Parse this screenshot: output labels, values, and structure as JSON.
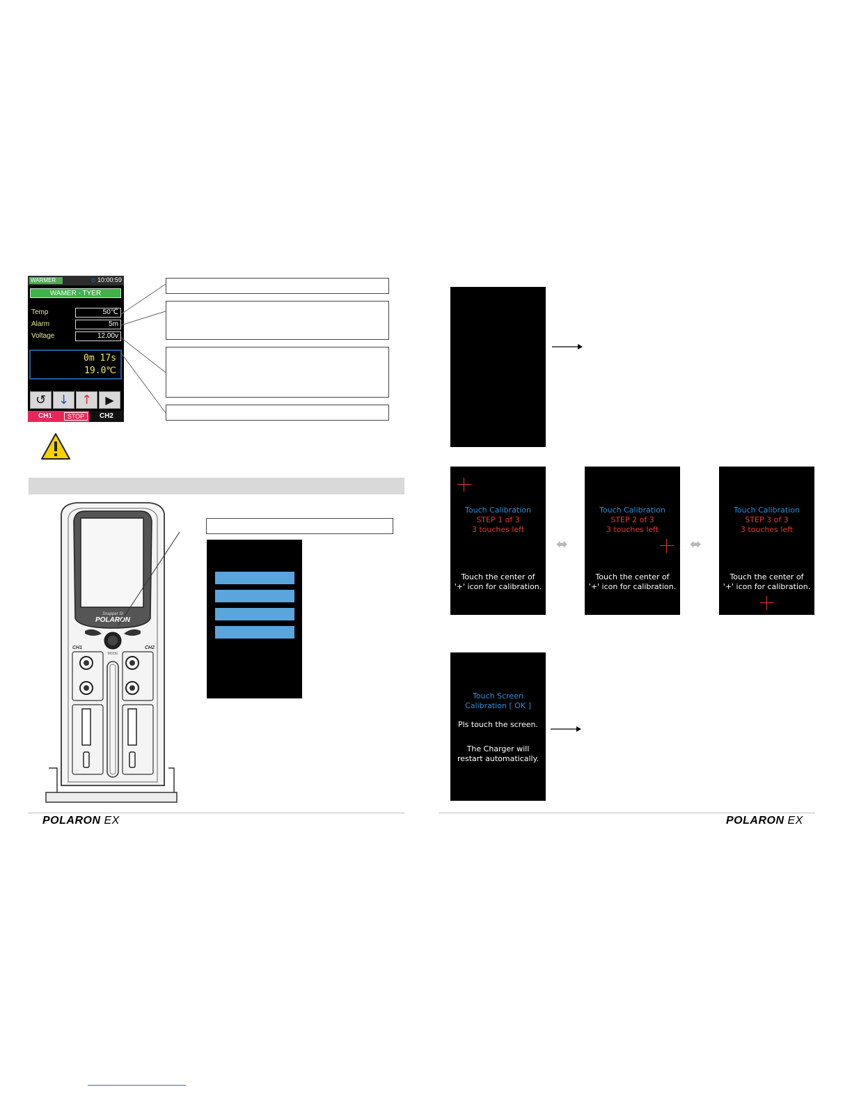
{
  "warmer_screen": {
    "mode_tag": "WARMER",
    "time": "10:00:59",
    "time_icon": "plug-icon",
    "title": "WAMER - TYER",
    "rows": [
      {
        "label": "Temp",
        "value": "50℃"
      },
      {
        "label": "Alarm",
        "value": "5m"
      },
      {
        "label": "Voltage",
        "value": "12.00v"
      }
    ],
    "timer": "0m  17s",
    "current_temp": "19.0℃",
    "buttons": [
      "back-icon",
      "arrow-down-icon",
      "arrow-up-icon",
      "play-icon"
    ],
    "ch1": "CH1",
    "stop": "STOP",
    "ch2": "CH2",
    "colors": {
      "tag": "#4caf50",
      "title": "#3fb24a",
      "value_text": "#f2ea62",
      "ch1": "#e9265a",
      "timer_border": "#1e5d9c"
    }
  },
  "device": {
    "brand_small": "Snapper SI",
    "brand": "POLARON",
    "ch1": "CH1",
    "ch2": "CH2",
    "mode": "MODE"
  },
  "calibration": {
    "title": "Touch Calibration",
    "instruction_line1": "Touch the center of",
    "instruction_line2": "'+' icon for calibration.",
    "steps": [
      {
        "step": "STEP 1 of 3",
        "left": "3 touches left"
      },
      {
        "step": "STEP 2 of 3",
        "left": "3 touches left"
      },
      {
        "step": "STEP 3 of 3",
        "left": "3 touches left"
      }
    ],
    "done": {
      "title1": "Touch Screen",
      "title2": "Calibration [ OK ]",
      "line1": "Pls touch the screen.",
      "line2a": "The Charger will",
      "line2b": "restart automatically."
    }
  },
  "footer": {
    "brand": "POLARON",
    "suffix": "EX"
  },
  "icons": {
    "warning": "warning-icon"
  }
}
